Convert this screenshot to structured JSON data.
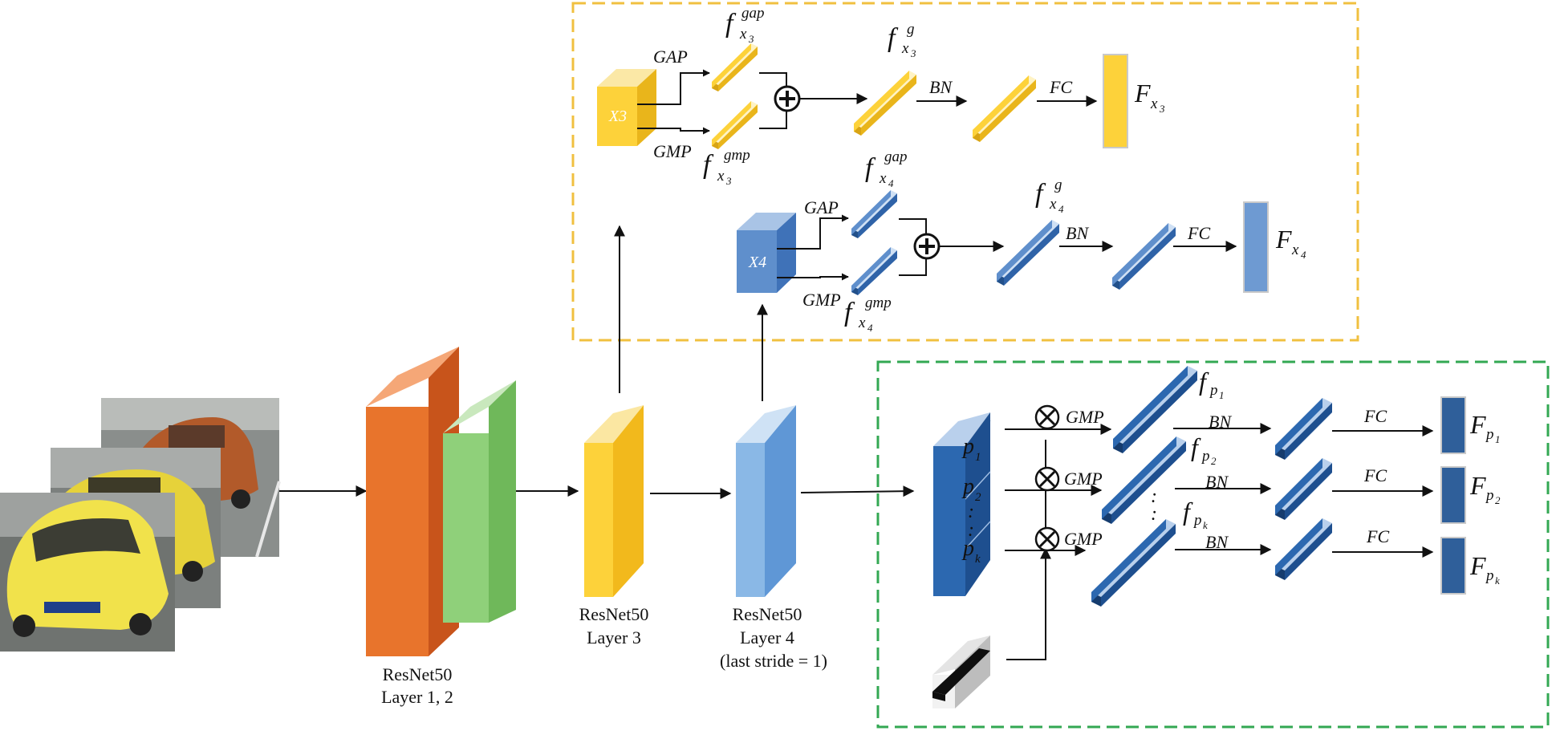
{
  "backbone": {
    "layer12": {
      "line1": "ResNet50",
      "line2": "Layer 1, 2"
    },
    "layer3": {
      "line1": "ResNet50",
      "line2": "Layer 3"
    },
    "layer4": {
      "line1": "ResNet50",
      "line2": "Layer 4",
      "line3": "(last stride = 1)"
    }
  },
  "branch_x3": {
    "cube_label": "X3",
    "gap": "GAP",
    "gmp": "GMP",
    "bn": "BN",
    "fc": "FC",
    "f_sym": "f",
    "F_sym": "F",
    "sup_gap": "gap",
    "sup_gmp": "gmp",
    "sup_g": "g",
    "sub_x": "x",
    "sub_idx": "3"
  },
  "branch_x4": {
    "cube_label": "X4",
    "gap": "GAP",
    "gmp": "GMP",
    "bn": "BN",
    "fc": "FC",
    "f_sym": "f",
    "F_sym": "F",
    "sup_gap": "gap",
    "sup_gmp": "gmp",
    "sup_g": "g",
    "sub_x": "x",
    "sub_idx": "4"
  },
  "parts": {
    "p_sym": "p",
    "rows": [
      {
        "idx": "1",
        "gmp": "GMP",
        "bn": "BN",
        "fc": "FC"
      },
      {
        "idx": "2",
        "gmp": "GMP",
        "bn": "BN",
        "fc": "FC"
      },
      {
        "idx": "k",
        "gmp": "GMP",
        "bn": "BN",
        "fc": "FC"
      }
    ],
    "f_sym": "f",
    "F_sym": "F",
    "dots": ":"
  },
  "colors": {
    "orange_box": "#f0c040",
    "green_box": "#33a853",
    "layer1": "#e8742c",
    "layer2": "#8fd07a",
    "layer3": "#fdd23a",
    "layer4": "#8ab8e6",
    "x4_blue": "#5f8fcc",
    "part_blue": "#2c68b0"
  }
}
